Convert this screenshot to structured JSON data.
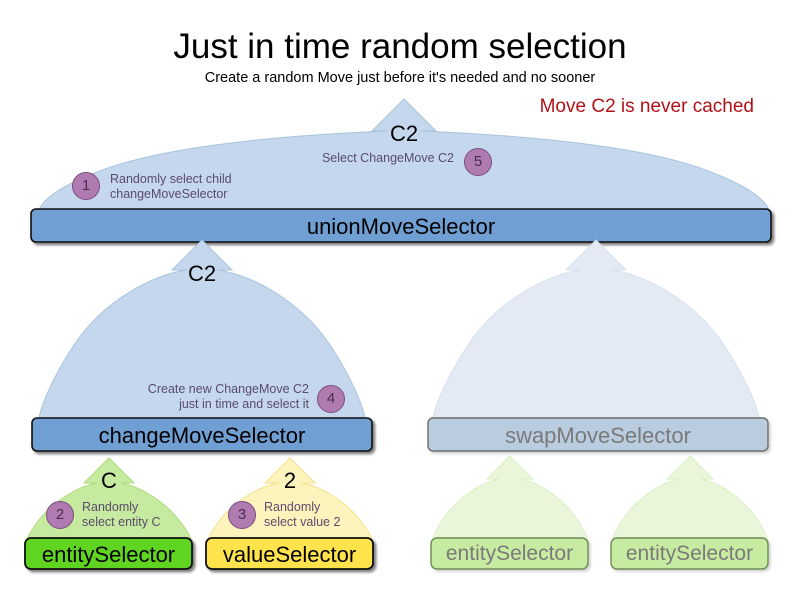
{
  "header": {
    "title": "Just in time random selection",
    "subtitle": "Create a random Move just before it's needed and no sooner",
    "note": "Move C2 is never cached",
    "note_color": "#b01218"
  },
  "colors": {
    "union_bar": "#6f9fd3",
    "union_arrow": "#c4d7ed",
    "change_bar": "#6f9fd3",
    "change_arrow": "#c4d7ed",
    "swap_bar_muted": "#b9cce0",
    "swap_arrow_muted": "#e3eaf4",
    "entity_bar": "#5fd521",
    "entity_arrow": "#c6eba0",
    "value_bar": "#ffe34d",
    "value_arrow": "#fdf3bd",
    "entity_bar_muted": "#c8eba2",
    "entity_arrow_muted": "#e9f6da",
    "badge_fill": "#b07bb0",
    "badge_stroke": "#7d4f80",
    "annotation_text": "#5b4b6b"
  },
  "nodes": {
    "union": {
      "label": "unionMoveSelector",
      "move_label": "C2",
      "annotations": [
        {
          "badge": "1",
          "text": "Randomly select child\nchangeMoveSelector"
        },
        {
          "badge": "5",
          "text": "Select ChangeMove C2"
        }
      ]
    },
    "change": {
      "label": "changeMoveSelector",
      "move_label": "C2",
      "annotations": [
        {
          "badge": "4",
          "text": "Create new ChangeMove C2\njust in time and select it"
        }
      ]
    },
    "swap": {
      "label": "swapMoveSelector",
      "move_label": "",
      "annotations": []
    },
    "entity_left": {
      "label": "entitySelector",
      "move_label": "C",
      "annotations": [
        {
          "badge": "2",
          "text": "Randomly\nselect entity C"
        }
      ]
    },
    "value_left": {
      "label": "valueSelector",
      "move_label": "2",
      "annotations": [
        {
          "badge": "3",
          "text": "Randomly\nselect value 2"
        }
      ]
    },
    "entity_swap_a": {
      "label": "entitySelector",
      "move_label": "",
      "annotations": []
    },
    "entity_swap_b": {
      "label": "entitySelector",
      "move_label": "",
      "annotations": []
    }
  }
}
